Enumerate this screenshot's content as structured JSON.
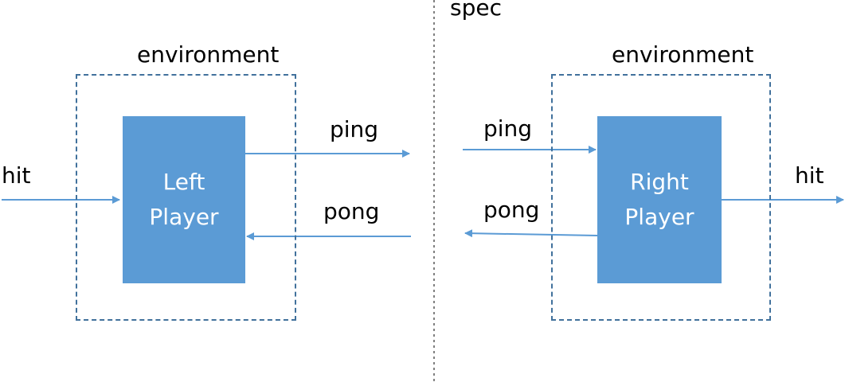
{
  "spec_label": "spec",
  "left": {
    "environment_label": "environment",
    "player_line1": "Left",
    "player_line2": "Player",
    "input_label": "hit",
    "out_label": "ping",
    "in_label": "pong"
  },
  "right": {
    "environment_label": "environment",
    "player_line1": "Right",
    "player_line2": "Player",
    "output_label": "hit",
    "in_label": "ping",
    "out_label": "pong"
  },
  "colors": {
    "box_fill": "#5B9BD5",
    "arrow": "#5B9BD5",
    "dashed_border": "#41719C",
    "divider": "#808080"
  }
}
